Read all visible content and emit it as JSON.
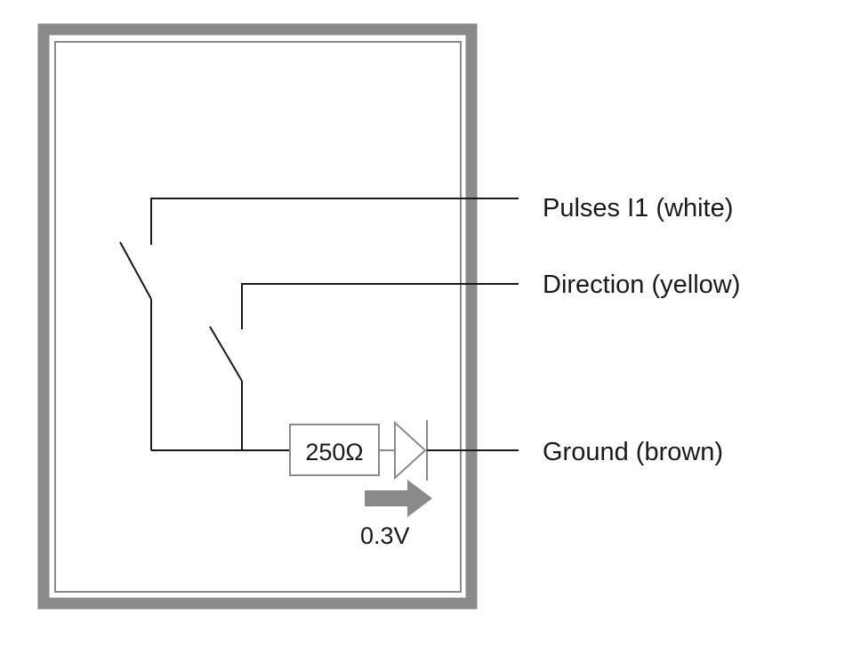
{
  "labels": {
    "pulses": "Pulses I1 (white)",
    "direction": "Direction (yellow)",
    "ground": "Ground (brown)"
  },
  "resistor": {
    "value": "250Ω"
  },
  "voltage_drop": {
    "value": "0.3V"
  },
  "colors": {
    "frame": "#8a8a8a",
    "wire": "#1a1a1a",
    "component": "#8a8a8a"
  }
}
